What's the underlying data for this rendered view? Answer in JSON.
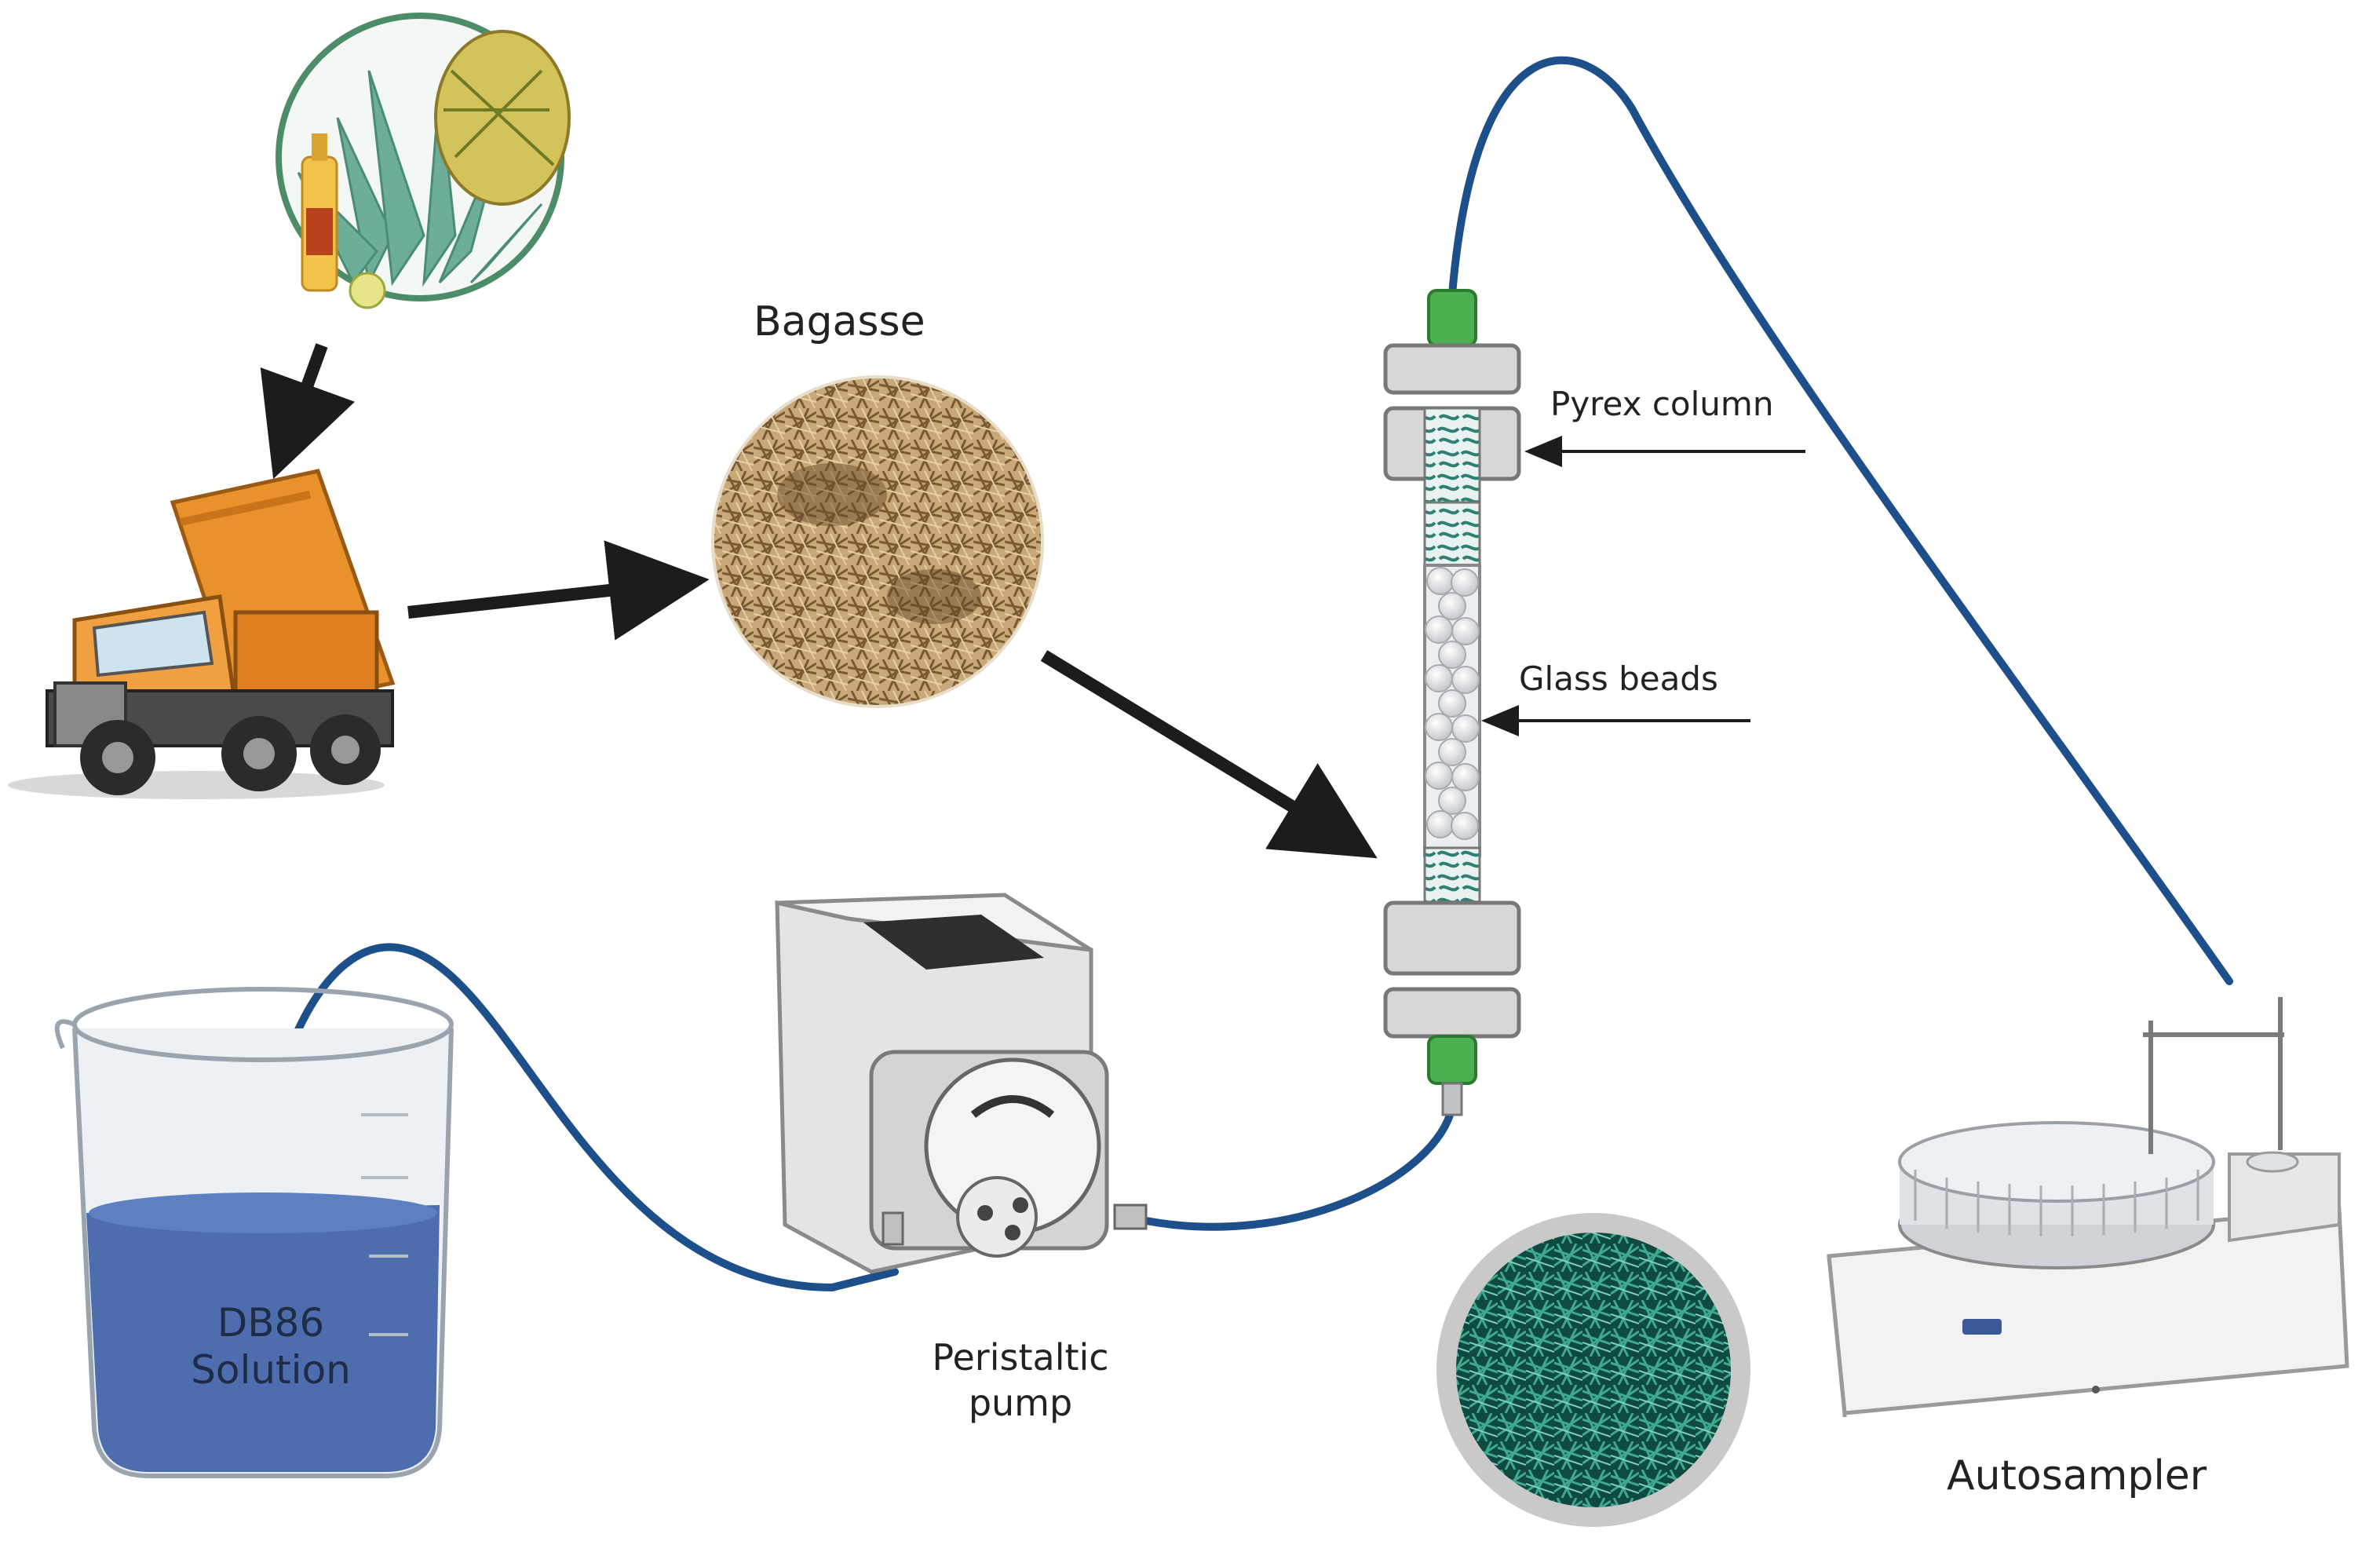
{
  "labels": {
    "bagasse": "Bagasse",
    "pyrex_column": "Pyrex column",
    "glass_beads": "Glass beads",
    "pump_line1": "Peristaltic",
    "pump_line2": "pump",
    "autosampler": "Autosampler",
    "solution_line1": "DB86",
    "solution_line2": "Solution"
  },
  "colors": {
    "tubing": "#1d4f8a",
    "arrow": "#1c1c1c",
    "solution": "#3f62a8",
    "truck_body": "#e9912b",
    "packing": "#2f7f73",
    "fittings": "#4caf50",
    "bagasse": "#b89a6e",
    "green_fiber": "#1e6b5b"
  },
  "icons": [
    "agave-tequila-icon",
    "dump-truck-icon",
    "bagasse-photo",
    "beaker-icon",
    "peristaltic-pump-icon",
    "pyrex-column-icon",
    "green-fiber-photo",
    "autosampler-icon"
  ]
}
